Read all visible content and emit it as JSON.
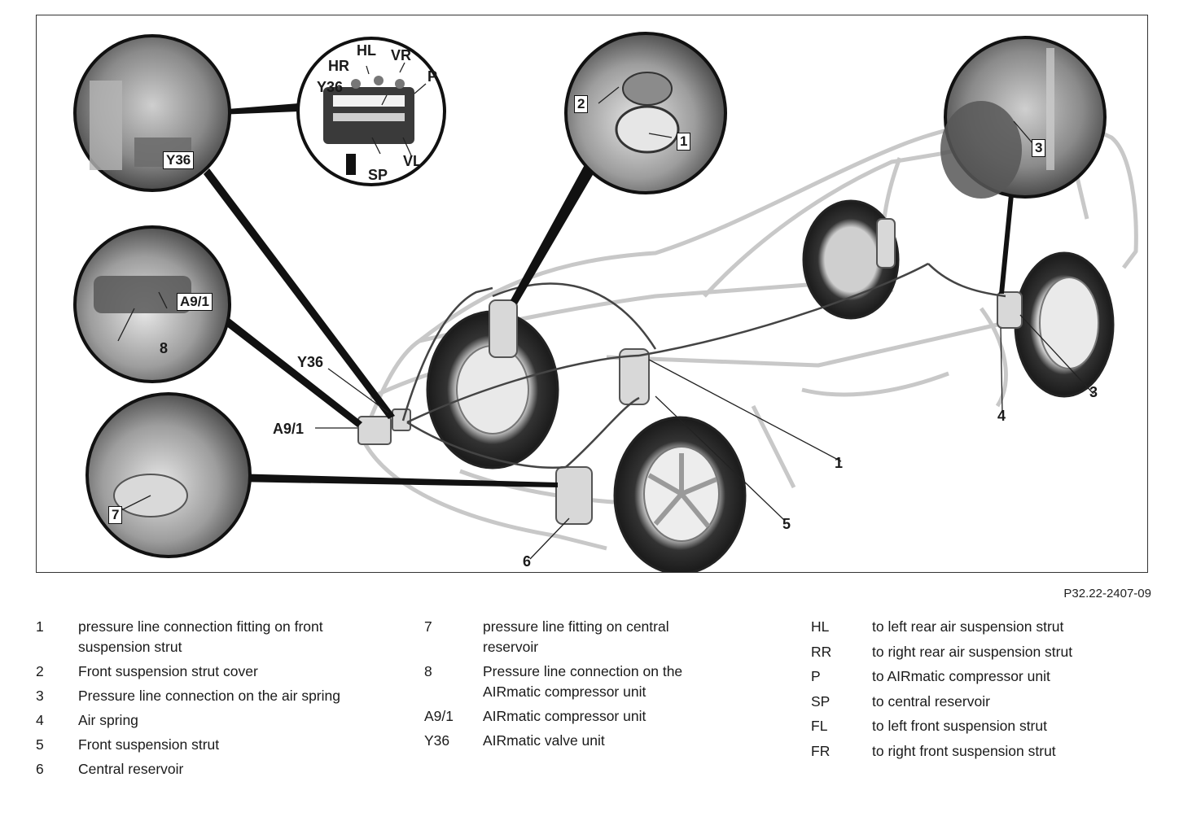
{
  "figure": {
    "reference": "P32.22-2407-09",
    "callouts": {
      "hl": "HL",
      "vr": "VR",
      "hr": "HR",
      "p": "P",
      "y36_valve": "Y36",
      "vl": "VL",
      "sp": "SP",
      "y36_inset": "Y36",
      "a91_inset": "A9/1",
      "n8": "8",
      "n7": "7",
      "n2": "2",
      "n1_inset": "1",
      "n3_inset": "3",
      "y36_main": "Y36",
      "a91_main": "A9/1",
      "n1": "1",
      "n3": "3",
      "n4": "4",
      "n5": "5",
      "n6": "6"
    }
  },
  "legend": {
    "col1": [
      {
        "key": "1",
        "text": "pressure line connection fitting on front suspension strut"
      },
      {
        "key": "2",
        "text": "Front suspension strut cover"
      },
      {
        "key": "3",
        "text": "Pressure line connection on the air spring"
      },
      {
        "key": "4",
        "text": "Air spring"
      },
      {
        "key": "5",
        "text": "Front suspension strut"
      },
      {
        "key": "6",
        "text": "Central reservoir"
      }
    ],
    "col2": [
      {
        "key": "7",
        "text": "pressure line fitting on central reservoir"
      },
      {
        "key": "8",
        "text": "Pressure line connection on the AIRmatic compressor unit"
      },
      {
        "key": "A9/1",
        "text": "AIRmatic compressor unit"
      },
      {
        "key": "Y36",
        "text": "AIRmatic valve unit"
      }
    ],
    "col3": [
      {
        "key": "HL",
        "text": "to left rear air suspension strut"
      },
      {
        "key": "RR",
        "text": "to right rear air suspension strut"
      },
      {
        "key": "P",
        "text": "to AIRmatic compressor unit"
      },
      {
        "key": "SP",
        "text": "to central reservoir"
      },
      {
        "key": "FL",
        "text": "to left front suspension strut"
      },
      {
        "key": "FR",
        "text": "to right front suspension strut"
      }
    ]
  }
}
